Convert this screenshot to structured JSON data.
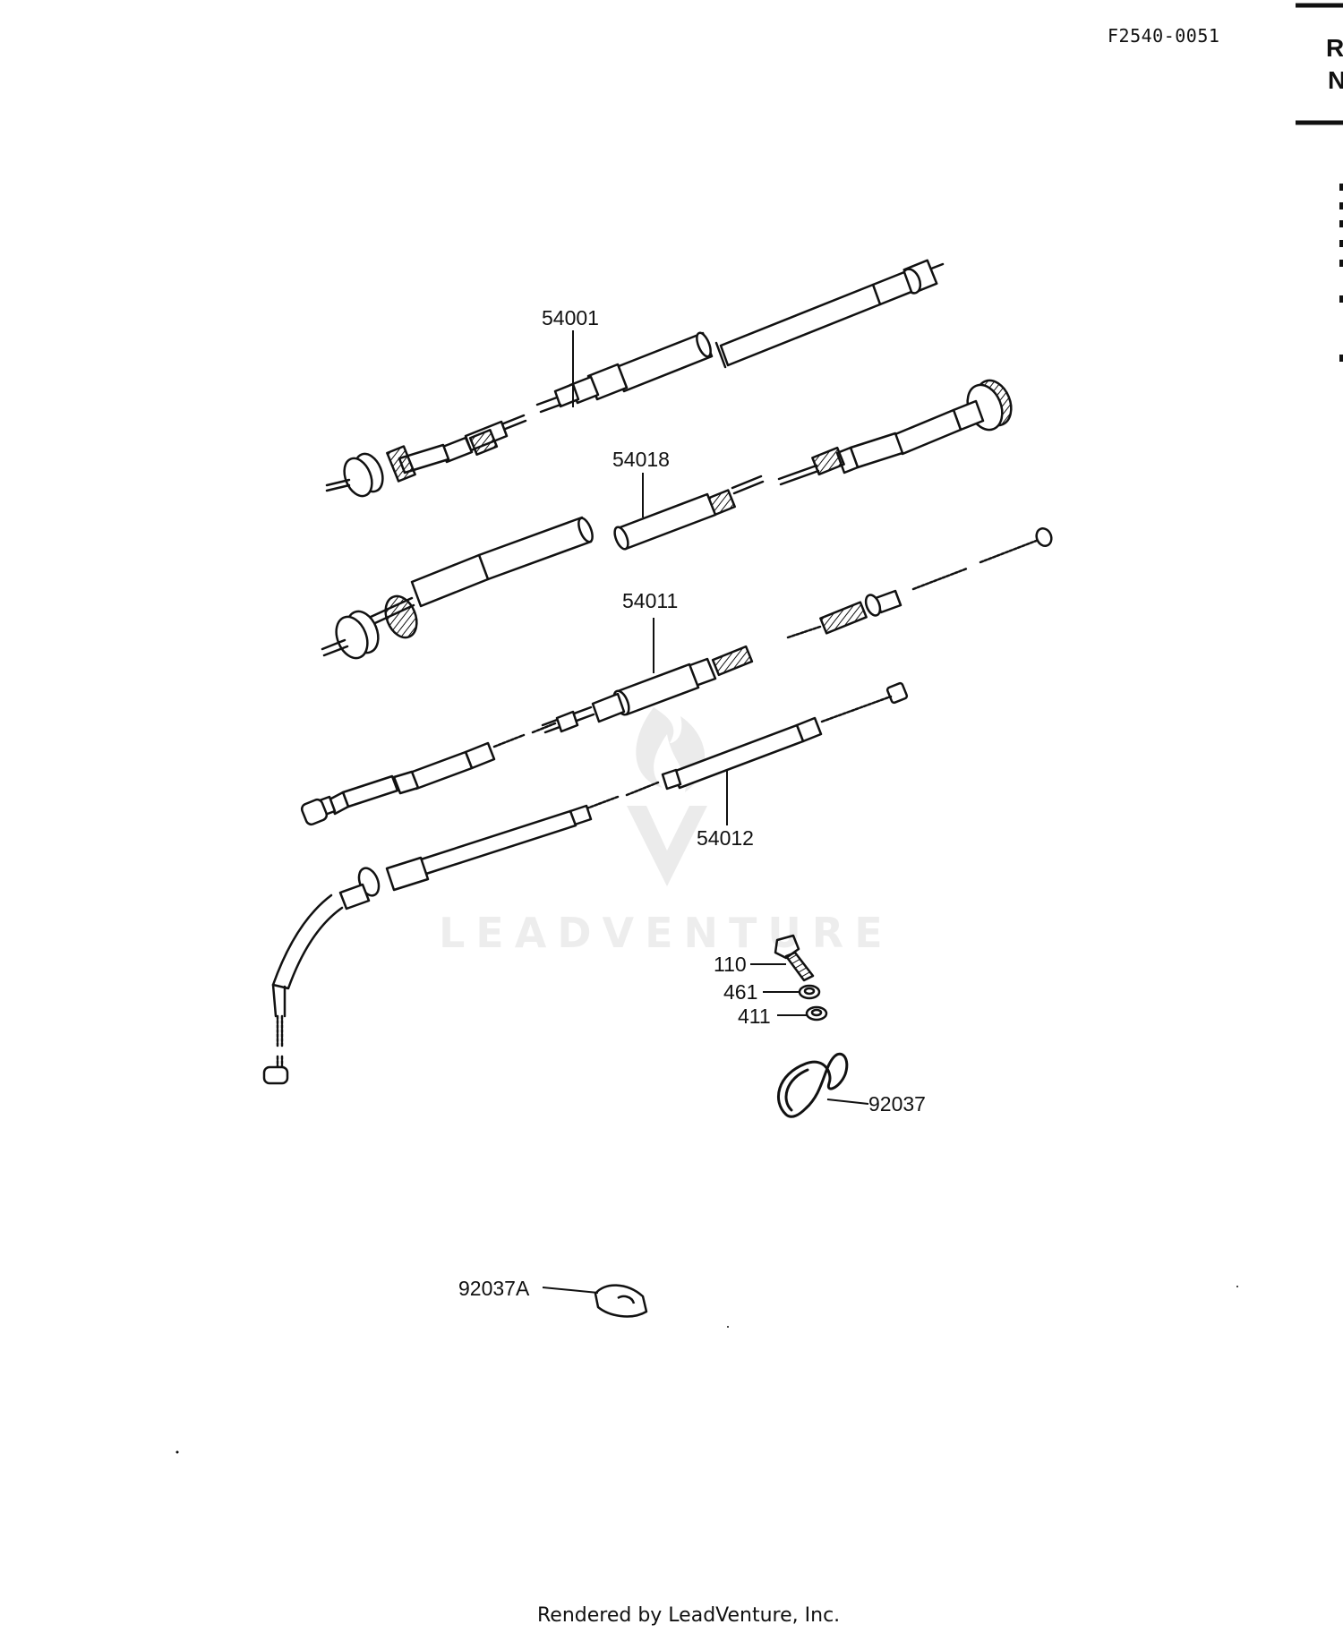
{
  "diagram_code": "F2540-0051",
  "edge_tab": {
    "line1": "R",
    "line2": "N"
  },
  "parts": {
    "p54001": "54001",
    "p54018": "54018",
    "p54011": "54011",
    "p54012": "54012",
    "p110": "110",
    "p461": "461",
    "p411": "411",
    "p92037": "92037",
    "p92037A": "92037A"
  },
  "watermark": "LEADVENTURE",
  "footer": "Rendered by LeadVenture, Inc."
}
